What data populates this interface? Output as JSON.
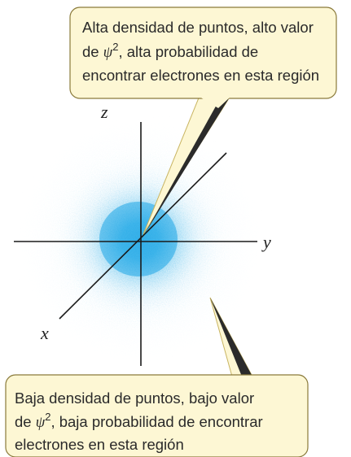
{
  "axes": {
    "x_label": "x",
    "y_label": "y",
    "z_label": "z"
  },
  "callout_top": {
    "line1": "Alta densidad de puntos, alto valor",
    "line2_prefix": "de ",
    "psi": "ψ",
    "superscript": "2",
    "line2_suffix": ", alta probabilidad de",
    "line3": "encontrar electrones en esta región"
  },
  "callout_bottom": {
    "line1": "Baja densidad de puntos, bajo valor",
    "line2_prefix": "de ",
    "psi": "ψ",
    "superscript": "2",
    "line2_suffix": ", baja probabilidad de encontrar",
    "line3": "electrones en esta región"
  },
  "colors": {
    "cloud": "#1ea6e6",
    "axis": "#1a1a1a",
    "callout_fill": "#fdf7d4",
    "callout_border": "#8a7a3a",
    "pointer_dark": "#2b2b2b",
    "pointer_light": "#d8c870"
  }
}
